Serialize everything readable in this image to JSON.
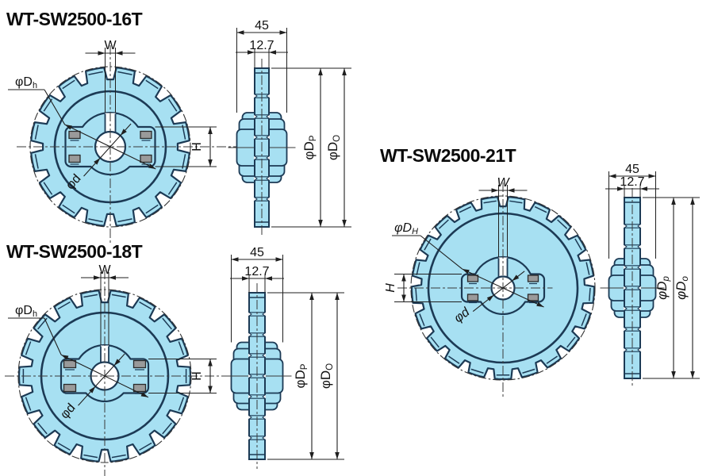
{
  "colors": {
    "background": "#ffffff",
    "body_fill": "#a7e0f2",
    "outline": "#1c3a55",
    "dim_line": "#1f1f1f",
    "centerline": "#3a3a3a",
    "screw_fill": "#9a9a9a",
    "screw_outline": "#2a2a2a",
    "text": "#111111"
  },
  "drawings": [
    {
      "id": "wt-sw2500-16t",
      "title": "WT-SW2500-16T",
      "teeth": 16,
      "italic_labels": false,
      "dims": {
        "overall_width": "45",
        "tooth_width": "12.7",
        "slot_width": "W",
        "hub_height": "H",
        "hub_diameter": {
          "phi": "φ",
          "main": "D",
          "sub": "h"
        },
        "bore_diameter": {
          "phi": "φ",
          "main": "d",
          "sub": ""
        },
        "pitch_diameter": {
          "phi": "φ",
          "main": "D",
          "sub": "P"
        },
        "outer_diameter": {
          "phi": "φ",
          "main": "D",
          "sub": "O"
        }
      }
    },
    {
      "id": "wt-sw2500-18t",
      "title": "WT-SW2500-18T",
      "teeth": 18,
      "italic_labels": false,
      "dims": {
        "overall_width": "45",
        "tooth_width": "12.7",
        "slot_width": "W",
        "hub_height": "H",
        "hub_diameter": {
          "phi": "φ",
          "main": "D",
          "sub": "h"
        },
        "bore_diameter": {
          "phi": "φ",
          "main": "d",
          "sub": ""
        },
        "pitch_diameter": {
          "phi": "φ",
          "main": "D",
          "sub": "P"
        },
        "outer_diameter": {
          "phi": "φ",
          "main": "D",
          "sub": "O"
        }
      }
    },
    {
      "id": "wt-sw2500-21t",
      "title": "WT-SW2500-21T",
      "teeth": 21,
      "italic_labels": true,
      "dims": {
        "overall_width": "45",
        "tooth_width": "12.7",
        "slot_width": "W",
        "hub_height": "H",
        "hub_diameter": {
          "phi": "φ",
          "main": "D",
          "sub": "H"
        },
        "bore_diameter": {
          "phi": "φ",
          "main": "d",
          "sub": ""
        },
        "pitch_diameter": {
          "phi": "φ",
          "main": "D",
          "sub": "p"
        },
        "outer_diameter": {
          "phi": "φ",
          "main": "D",
          "sub": "o"
        }
      }
    }
  ]
}
